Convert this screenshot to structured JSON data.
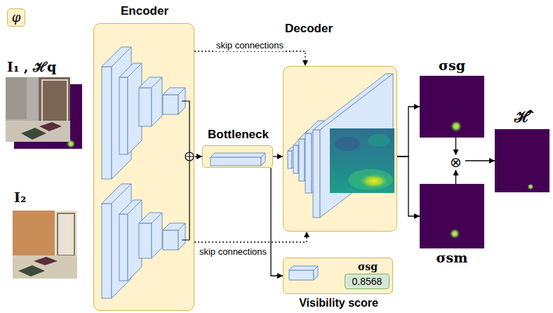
{
  "diagram": {
    "nodes": [
      {
        "text": [
          "φ"
        ]
      },
      {
        "text": [
          "Encoder"
        ]
      },
      {
        "text": [
          "Bottleneck"
        ]
      },
      {
        "text": [
          "Decoder"
        ]
      },
      {
        "text": [
          "Visibility score"
        ]
      },
      {
        "text": [
          "σsg",
          "0.8568"
        ],
        "in": 4
      },
      {
        "text": [
          "σsg"
        ]
      },
      {
        "text": [
          "σsm"
        ]
      },
      {
        "text": [
          "⊗"
        ]
      },
      {
        "text": [
          "ℋ̂"
        ]
      }
    ],
    "edges": [
      {
        "from": 1,
        "to": 2,
        "arrow": "to"
      },
      {
        "from": 1,
        "to": 3,
        "label": "skip connections",
        "arrow": "to"
      },
      {
        "from": 1,
        "to": 3,
        "label": "skip connections",
        "arrow": "to"
      },
      {
        "from": 2,
        "to": 3,
        "arrow": "to"
      },
      {
        "from": 2,
        "to": 4,
        "arrow": "to"
      },
      {
        "from": 3,
        "to": 6,
        "arrow": "to"
      },
      {
        "from": 3,
        "to": 7,
        "arrow": "to"
      },
      {
        "from": 6,
        "to": 8,
        "arrow": "to"
      },
      {
        "from": 7,
        "to": 8,
        "arrow": "to"
      },
      {
        "from": 8,
        "to": 9,
        "arrow": "to"
      }
    ],
    "labels": [
      "I₁ , ℋq",
      "I₂"
    ]
  }
}
